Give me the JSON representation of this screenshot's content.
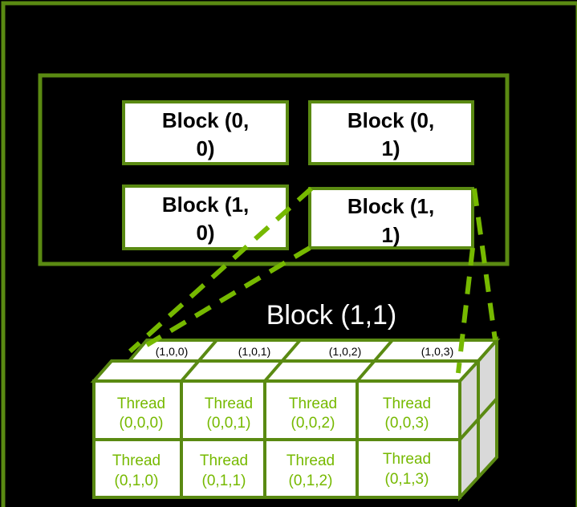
{
  "colors": {
    "background": "#000000",
    "accent": "#5a8a12",
    "dash": "#76b900",
    "thread_text": "#76b900",
    "cell_fill": "#ffffff",
    "side_fill": "#d9d9d9"
  },
  "grid": {
    "blocks": [
      {
        "line1": "Block (0,",
        "line2": "0)"
      },
      {
        "line1": "Block (0,",
        "line2": "1)"
      },
      {
        "line1": "Block (1,",
        "line2": "0)"
      },
      {
        "line1": "Block (1,",
        "line2": "1)"
      }
    ]
  },
  "block_detail": {
    "title": "Block (1,1)",
    "top_labels": [
      "(1,0,0)",
      "(1,0,1)",
      "(1,0,2)",
      "(1,0,3)"
    ],
    "threads": [
      {
        "word": "Thread",
        "id": "(0,0,0)"
      },
      {
        "word": "Thread",
        "id": "(0,0,1)"
      },
      {
        "word": "Thread",
        "id": "(0,0,2)"
      },
      {
        "word": "Thread",
        "id": "(0,0,3)"
      },
      {
        "word": "Thread",
        "id": "(0,1,0)"
      },
      {
        "word": "Thread",
        "id": "(0,1,1)"
      },
      {
        "word": "Thread",
        "id": "(0,1,2)"
      },
      {
        "word": "Thread",
        "id": "(0,1,3)"
      }
    ]
  }
}
